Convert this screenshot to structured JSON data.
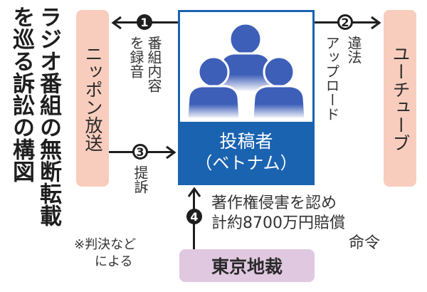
{
  "title": {
    "line1": "ラジオ番組の無断転載",
    "line2": "を巡る訴訟の構図"
  },
  "entities": {
    "broadcaster": "ニッポン放送",
    "youtube": "ユーチューブ",
    "uploader": {
      "label": "投稿者",
      "country": "（ベトナム）",
      "icon": "group-of-people-icon"
    },
    "court": "東京地裁"
  },
  "steps": [
    {
      "number": "1",
      "label_col1": "番組内容",
      "label_col2": "を録音",
      "direction": "uploader→broadcaster"
    },
    {
      "number": "2",
      "label_col1": "違法",
      "label_col2": "アップロード",
      "direction": "uploader→youtube"
    },
    {
      "number": "3",
      "label": "提訴",
      "direction": "broadcaster→uploader"
    },
    {
      "number": "4",
      "label_line1": "著作権侵害を認め",
      "label_line2": "計約8700万円賠償",
      "label_line3": "命令",
      "direction": "court→uploader"
    }
  ],
  "note": {
    "line1": "※判決など",
    "line2": "による"
  },
  "colors": {
    "pink_box": "#f8cdbd",
    "main_blue": "#1a63b0",
    "court_purple": "#dfc8e0",
    "line": "#1e1e1e"
  }
}
